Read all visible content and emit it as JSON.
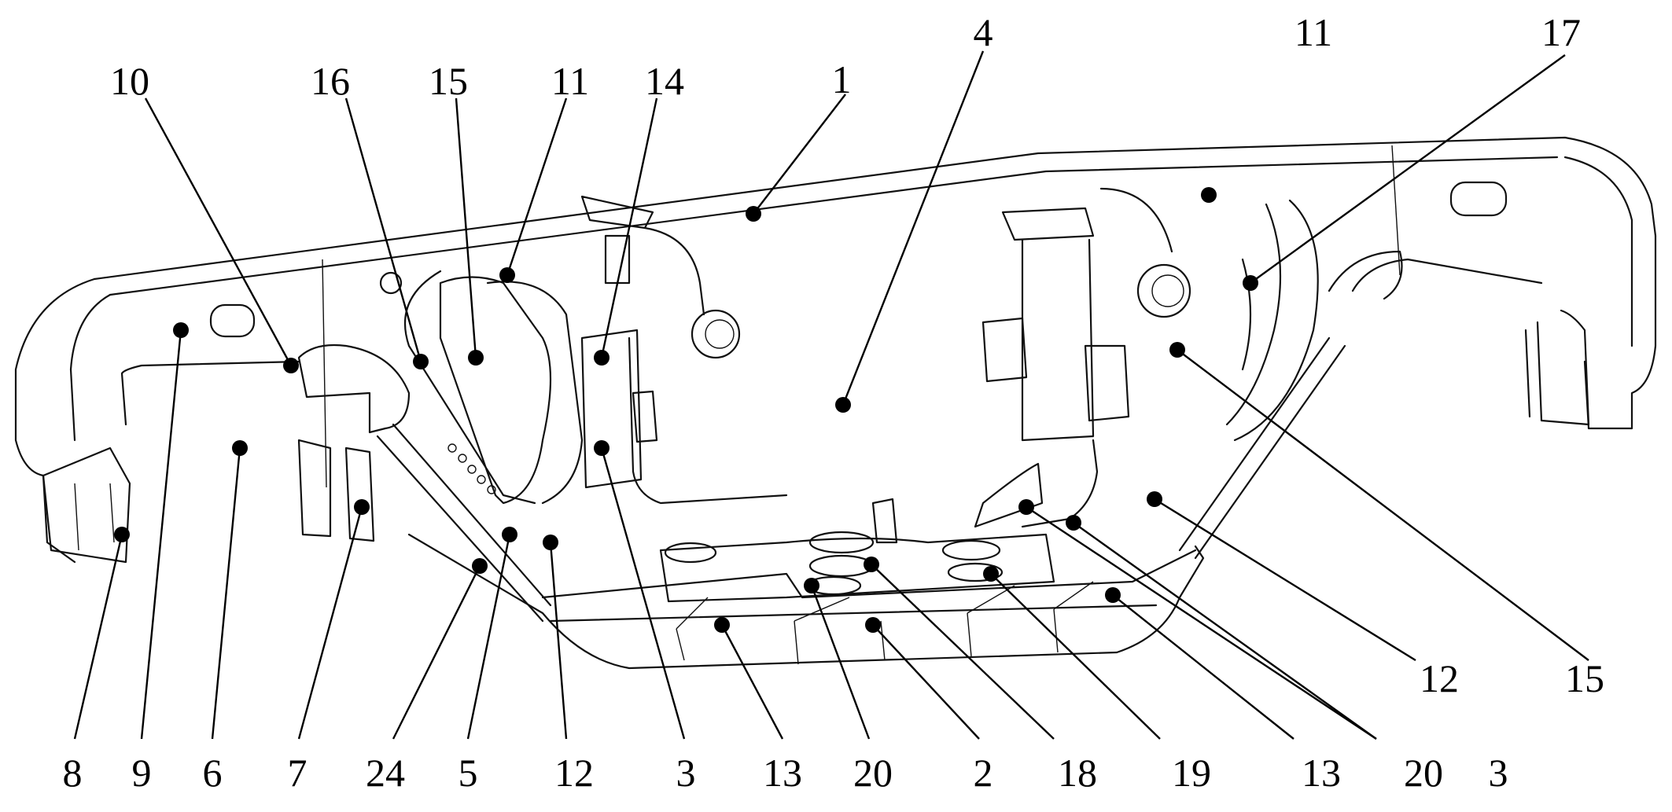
{
  "figure": {
    "labels": [
      {
        "id": "L10a",
        "text": "10"
      },
      {
        "id": "L16",
        "text": "16"
      },
      {
        "id": "L15a",
        "text": "15"
      },
      {
        "id": "L11a",
        "text": "11"
      },
      {
        "id": "L14",
        "text": "14"
      },
      {
        "id": "L1",
        "text": "1"
      },
      {
        "id": "L4",
        "text": "4"
      },
      {
        "id": "L11b",
        "text": "11"
      },
      {
        "id": "L17",
        "text": "17"
      },
      {
        "id": "L12b",
        "text": "12"
      },
      {
        "id": "L15b",
        "text": "15"
      },
      {
        "id": "L8",
        "text": "8"
      },
      {
        "id": "L9",
        "text": "9"
      },
      {
        "id": "L6",
        "text": "6"
      },
      {
        "id": "L7",
        "text": "7"
      },
      {
        "id": "L24",
        "text": "24"
      },
      {
        "id": "L5",
        "text": "5"
      },
      {
        "id": "L12a",
        "text": "12"
      },
      {
        "id": "L3a",
        "text": "3"
      },
      {
        "id": "L13a",
        "text": "13"
      },
      {
        "id": "L20a",
        "text": "20"
      },
      {
        "id": "L2",
        "text": "2"
      },
      {
        "id": "L18",
        "text": "18"
      },
      {
        "id": "L19",
        "text": "19"
      },
      {
        "id": "L13b",
        "text": "13"
      },
      {
        "id": "L20b",
        "text": "20"
      },
      {
        "id": "L3b",
        "text": "3"
      }
    ]
  }
}
